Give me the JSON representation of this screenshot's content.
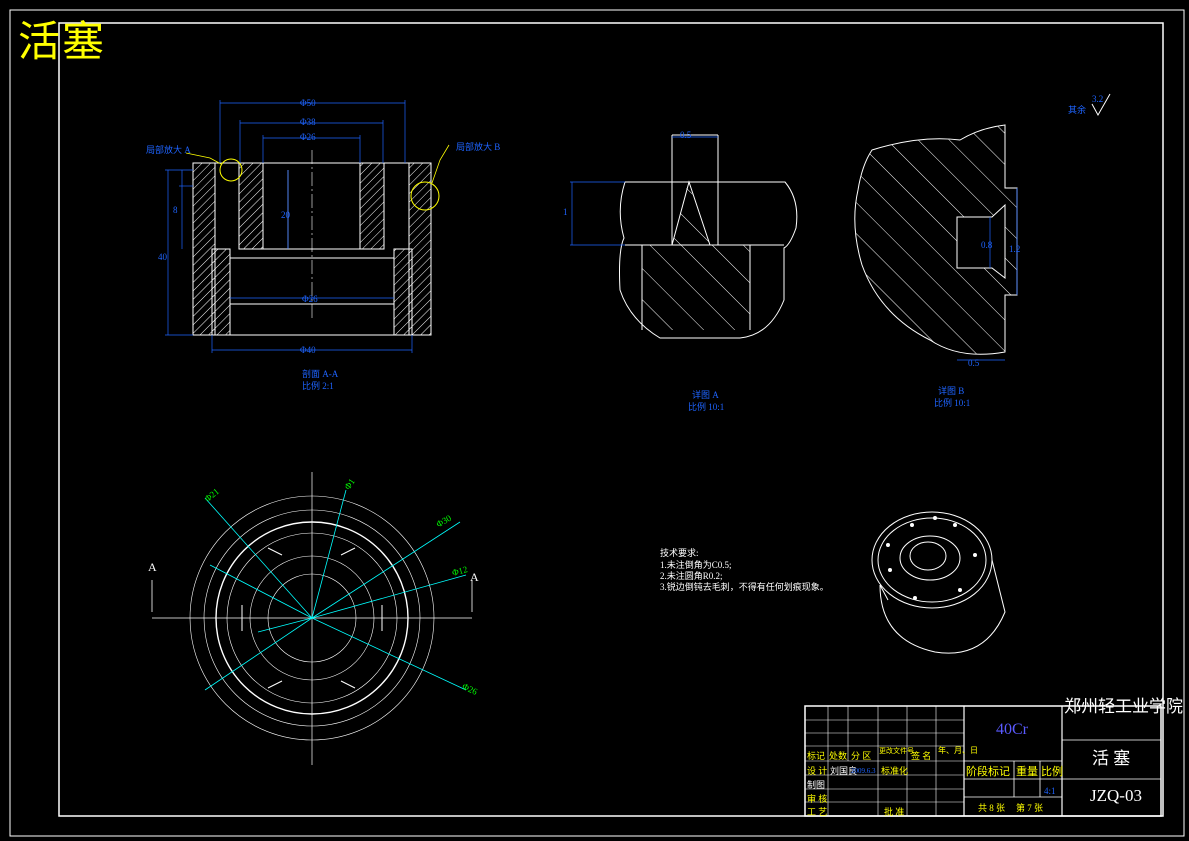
{
  "drawing": {
    "title": "活塞"
  },
  "section_view": {
    "callout_a": "局部放大 A",
    "callout_b": "局部放大 B",
    "label_line1": "剖面 A-A",
    "label_line2": "比例 2:1",
    "dims": {
      "top_outer": "Φ50",
      "top_mid": "Φ38",
      "top_inner": "Φ26",
      "bottom": "Φ40",
      "lower_bore": "Φ26",
      "height_total": "40",
      "height_upper": "8",
      "inner_depth": "20"
    }
  },
  "detail_a": {
    "label_line1": "详图 A",
    "label_line2": "比例 10:1",
    "dim_width": "0.5",
    "dim_height": "1"
  },
  "detail_b": {
    "label_line1": "详图 B",
    "label_line2": "比例 10:1",
    "dim_width": "0.5",
    "dim_height_inner": "0.8",
    "dim_height_outer": "1.2"
  },
  "plan_view": {
    "section_mark_left": "A",
    "section_mark_right": "A",
    "dims": [
      "Φ21",
      "Φ1",
      "Φ30",
      "Φ12",
      "Φ26"
    ]
  },
  "surface_finish": {
    "label": "其余",
    "value": "3.2"
  },
  "tech_requirements": {
    "heading": "技术要求:",
    "items": [
      "1.未注倒角为C0.5;",
      "2.未注圆角R0.2;",
      "3.锐边倒钝去毛刺，不得有任何划痕现象。"
    ]
  },
  "title_block": {
    "material": "40Cr",
    "school": "郑州轻工业学院",
    "part_name": "活 塞",
    "drawing_number": "JZQ-03",
    "row_labels": [
      "标记",
      "处数",
      "分 区",
      "更改文件号",
      "签 名",
      "年、月、日"
    ],
    "design_label": "设 计",
    "designer": "刘国良",
    "date": "2009.6.3",
    "standard_label": "标准化",
    "draw_label": "制图",
    "review_label": "审 核",
    "process_label": "工 艺",
    "approve_label": "批 准",
    "stage_label": "阶段标记",
    "weight_label": "重量",
    "scale_label": "比例",
    "scale_value": "4:1",
    "sheets": "共 8 张",
    "sheet_no": "第 7 张"
  },
  "colors": {
    "background": "#000000",
    "geometry": "#ffffff",
    "dimension": "#0000ff",
    "leader": "#ffff00",
    "center": "#00ffff",
    "annotation": "#00ff00"
  }
}
